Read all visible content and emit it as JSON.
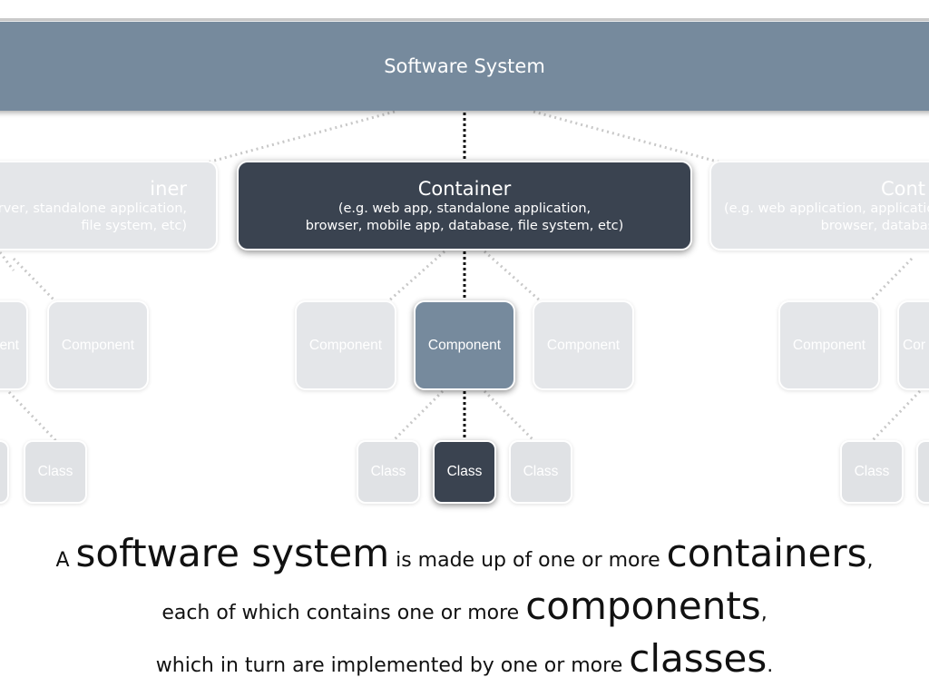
{
  "diagram": {
    "system_label": "Software System",
    "container_title": "Container",
    "container_left_title": "iner",
    "container_right_title": "Cont",
    "container_subtitle": "(e.g. web app, standalone application,\nbrowser, mobile app, database, file system, etc)",
    "container_left_subtitle": "rver, standalone application,\n file system, etc)",
    "container_right_subtitle": "(e.g. web application, applicatio\nbrowser, databas",
    "component_label": "Component",
    "component_left_partial": "ent",
    "component_right_partial": "Cor",
    "class_label": "Class"
  },
  "caption": {
    "line1": {
      "p1": "A",
      "w1": "software system",
      "p2": "is made up of one or more",
      "w2": "containers",
      "p3": ","
    },
    "line2": {
      "p1": "each of which contains one or more",
      "w1": "components",
      "p2": ","
    },
    "line3": {
      "p1": "which in turn are implemented by one or more",
      "w1": "classes",
      "p2": "."
    }
  },
  "colors": {
    "system_fill": "#768a9d",
    "focus_dark": "#3a4350",
    "focus_mid": "#768a9d",
    "faded": "#e4e6e9"
  }
}
